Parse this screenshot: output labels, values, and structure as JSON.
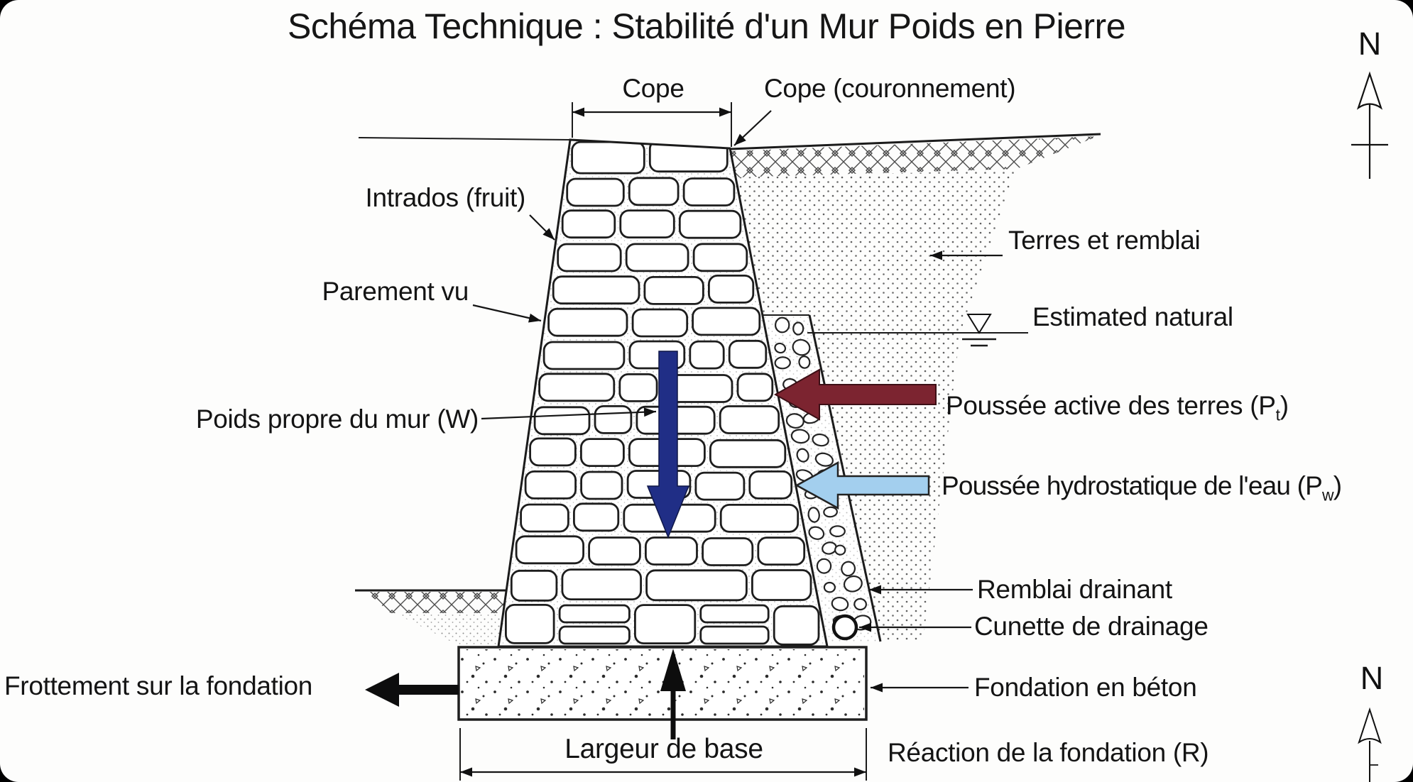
{
  "title": "Schéma Technique : Stabilité d'un Mur Poids en Pierre",
  "compass": {
    "north_top": "N",
    "north_bottom": "N"
  },
  "dimensions": {
    "cope": "Cope",
    "base_width": "Largeur de base"
  },
  "labels": {
    "cope_couronnement": "Cope (couronnement)",
    "intrados": "Intrados (fruit)",
    "parement": "Parement vu",
    "terres": "Terres et remblai",
    "estimated_natural": "Estimated natural",
    "poussee_active": {
      "text": "Poussée active des terres (P",
      "sub": "t",
      "close": ")"
    },
    "poussee_hydro": {
      "text": "Poussée hydrostatique de l'eau (P",
      "sub": "w",
      "close": ")"
    },
    "poids_propre": "Poids propre du mur (W)",
    "remblai_drainant": "Remblai drainant",
    "cunette": "Cunette de drainage",
    "frottement": "Frottement sur la fondation",
    "fondation_beton": "Fondation en béton",
    "reaction": "Réaction de la fondation (R)"
  },
  "colors": {
    "earth_pressure_arrow": "#7c2430",
    "water_pressure_arrow": "#a3cfee",
    "weight_arrow": "#202e86",
    "friction_arrow": "#0d0d0d",
    "line": "#1b1b1b"
  }
}
